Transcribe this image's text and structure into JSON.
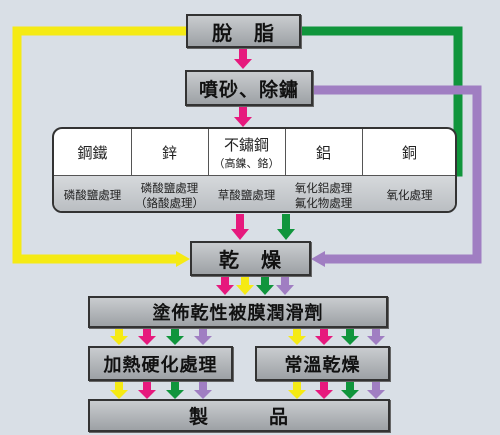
{
  "steps": {
    "degrease": "脫　脂",
    "blast": "噴砂、除鏽",
    "dry1": "乾　燥",
    "coat": "塗佈乾性被膜潤滑劑",
    "heat": "加熱硬化處理",
    "room": "常溫乾燥",
    "product": "製　　　品"
  },
  "materials": [
    {
      "name": "鋼鐵",
      "treatment": [
        "磷酸鹽處理"
      ]
    },
    {
      "name": "鋅",
      "treatment": [
        "磷酸鹽處理",
        "（鉻酸處理）"
      ]
    },
    {
      "name": "不鏽鋼",
      "note": "（高鎳、鉻）",
      "treatment": [
        "草酸鹽處理"
      ]
    },
    {
      "name": "鋁",
      "treatment": [
        "氧化鋁處理",
        "氟化物處理"
      ]
    },
    {
      "name": "銅",
      "treatment": [
        "氧化處理"
      ]
    }
  ],
  "colors": {
    "magenta": "#e6197d",
    "yellow": "#f5ea14",
    "green": "#10953c",
    "purple": "#a07ec2"
  }
}
